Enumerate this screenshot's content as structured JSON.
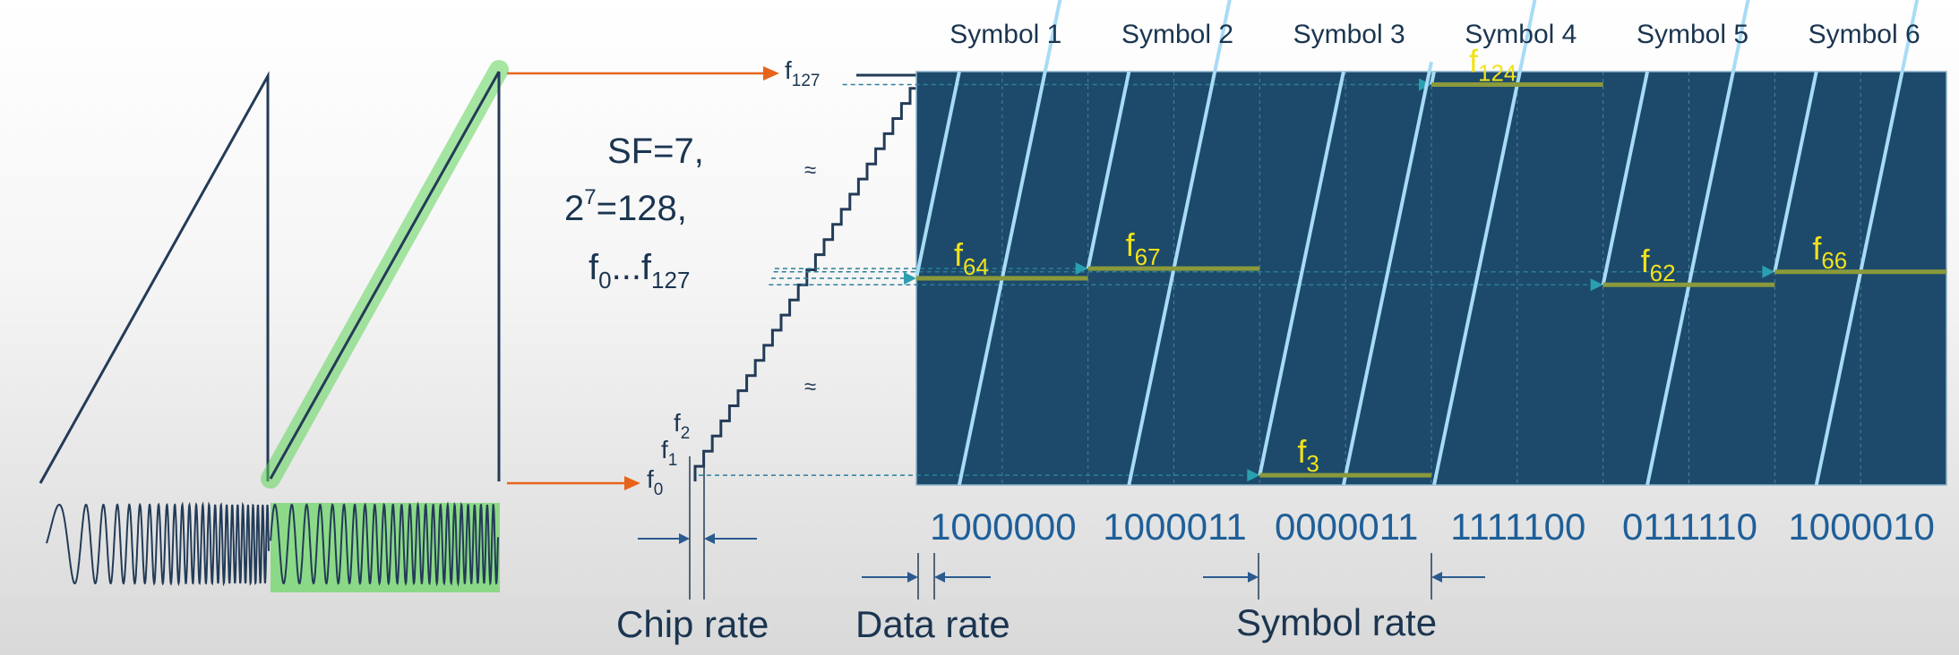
{
  "spec": {
    "line1": "SF=7,",
    "line2_base": "2",
    "line2_exp": "7",
    "line2_rest": "=128,",
    "line3_a": "f",
    "line3_a_sub": "0",
    "line3_mid": "...f",
    "line3_b_sub": "127"
  },
  "staircase_labels": {
    "top": {
      "base": "f",
      "sub": "127"
    },
    "f2": {
      "base": "f",
      "sub": "2"
    },
    "f1": {
      "base": "f",
      "sub": "1"
    },
    "f0": {
      "base": "f",
      "sub": "0"
    }
  },
  "symbols": [
    {
      "header": "Symbol 1",
      "freq_base": "f",
      "freq_sub": "64",
      "bits": "1000000",
      "value": 64
    },
    {
      "header": "Symbol 2",
      "freq_base": "f",
      "freq_sub": "67",
      "bits": "1000011",
      "value": 67
    },
    {
      "header": "Symbol 3",
      "freq_base": "f",
      "freq_sub": "3",
      "bits": "0000011",
      "value": 3
    },
    {
      "header": "Symbol 4",
      "freq_base": "f",
      "freq_sub": "124",
      "bits": "1111100",
      "value": 124
    },
    {
      "header": "Symbol 5",
      "freq_base": "f",
      "freq_sub": "62",
      "bits": "0111110",
      "value": 62
    },
    {
      "header": "Symbol 6",
      "freq_base": "f",
      "freq_sub": "66",
      "bits": "1000010",
      "value": 66
    }
  ],
  "rates": {
    "chip": "Chip rate",
    "data": "Data rate",
    "symbol": "Symbol rate"
  },
  "colors": {
    "panel": "#1d4a6b",
    "chirp": "#a8dcf5",
    "freq_line": "#8a9a3c",
    "freq_label": "#f2e21a",
    "bits": "#1f5f99",
    "dark_text": "#1b3550",
    "arrow_orange": "#e8641b",
    "green_highlight": "#5fd35a"
  }
}
